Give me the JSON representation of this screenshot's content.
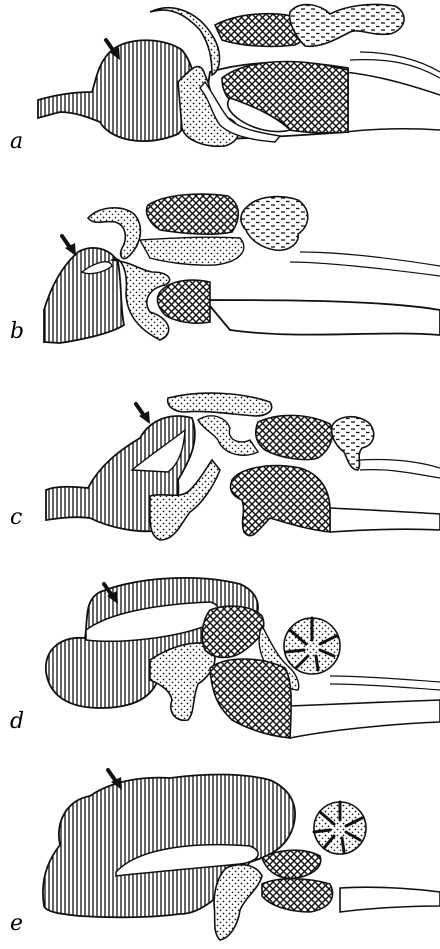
{
  "panels": [
    {
      "label": "a"
    },
    {
      "label": "b"
    },
    {
      "label": "c"
    },
    {
      "label": "d"
    },
    {
      "label": "e"
    }
  ],
  "colors": {
    "ink": "#111111",
    "background": "#ffffff"
  },
  "patterns": [
    "vertical-hatch",
    "crosshatch",
    "stipple-dots",
    "dashes"
  ],
  "icons": [
    "arrow-icon"
  ]
}
